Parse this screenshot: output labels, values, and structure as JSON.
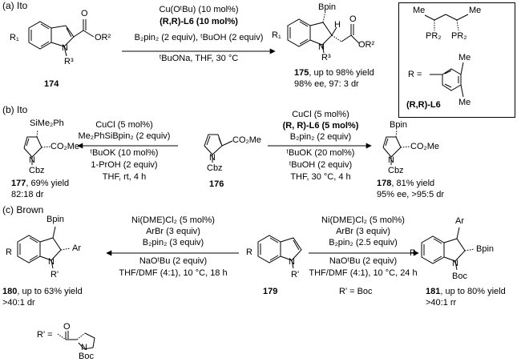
{
  "section_a": {
    "label": "(a) Ito",
    "cond_1": "Cu(OᵗBu) (10 mol%)",
    "cond_2": "(R,R)-L6 (10 mol%)",
    "cond_3": "B₂pin₂ (2 equiv), ᵗBuOH (2 equiv)",
    "cond_4": "ᵗBuONa, THF, 30 °C",
    "sm_number": "174",
    "sm_r1": "R₁",
    "sm_n": "N",
    "sm_r3": "R³",
    "sm_o": "O",
    "sm_or2": "OR²",
    "prod_number": "175",
    "prod_yield": ", up to 98% yield",
    "prod_detail": "98% ee, 97: 3 dr",
    "prod_bpin": "Bpin",
    "prod_h": "H",
    "prod_r1": "R₁",
    "prod_n": "N",
    "prod_r3": "R³",
    "prod_o": "O",
    "prod_or2": "OR²",
    "ligand_me1": "Me",
    "ligand_me2": "Me",
    "ligand_pr1": "PR₂",
    "ligand_pr2": "PR₂",
    "ligand_r_eq": "R =",
    "ligand_me3": "Me",
    "ligand_me4": "Me",
    "ligand_name": "(R,R)-L6"
  },
  "section_b": {
    "label": "(b) Ito",
    "left_cond_1": "CuCl (5 mol%)",
    "left_cond_2": "Me₂PhSiBpin₂ (2 equiv)",
    "left_cond_3": "ᵗBuOK (10 mol%)",
    "left_cond_4": "1-PrOH (2 equiv)",
    "left_cond_5": "THF, rt, 4 h",
    "right_cond_1": "CuCl (5 mol%)",
    "right_cond_2": "(R, R)-L6 (5 mol%)",
    "right_cond_3": "B₂pin₂ (2 equiv)",
    "right_cond_4": "ᵗBuOK (20 mol%)",
    "right_cond_5": "ᵗBuOH (2 equiv)",
    "right_cond_6": "THF, 30 °C, 4 h",
    "sm_number": "176",
    "sm_co2me": "CO₂Me",
    "sm_n": "N",
    "sm_cbz": "Cbz",
    "left_prod_number": "177",
    "left_prod_yield": ", 69% yield",
    "left_prod_detail": "82:18 dr",
    "left_prod_sime2ph": "SiMe₂Ph",
    "left_prod_co2me": "CO₂Me",
    "left_prod_n": "N",
    "left_prod_cbz": "Cbz",
    "right_prod_number": "178",
    "right_prod_yield": ", 81% yield",
    "right_prod_detail": "95% ee, >95:5 dr",
    "right_prod_bpin": "Bpin",
    "right_prod_co2me": "CO₂Me",
    "right_prod_n": "N",
    "right_prod_cbz": "Cbz"
  },
  "section_c": {
    "label": "(c) Brown",
    "left_cond_1": "Ni(DME)Cl₂ (5 mol%)",
    "left_cond_2": "ArBr (3 equiv)",
    "left_cond_3": "B₂pin₂ (3 equiv)",
    "left_cond_4": "NaOᵗBu (2 equiv)",
    "left_cond_5": "THF/DMF (4:1), 10 °C, 18 h",
    "right_cond_1": "Ni(DME)Cl₂ (5 mol%)",
    "right_cond_2": "ArBr (3 equiv)",
    "right_cond_3": "B₂pin₂ (2.5 equiv)",
    "right_cond_4": "NaOᵗBu (2 equiv)",
    "right_cond_5": "THF/DMF (4:1), 10 °C, 24 h",
    "sm_number": "179",
    "sm_r": "R",
    "sm_n": "N",
    "sm_rp": "R'",
    "r_prime_right": "R' = Boc",
    "r_prime_left_eq": "R' =",
    "r_prime_left_o": "O",
    "r_prime_left_n": "N",
    "r_prime_left_boc": "Boc",
    "left_prod_number": "180",
    "left_prod_yield": ", up to 63% yield",
    "left_prod_detail": ">40:1 dr",
    "left_prod_bpin": "Bpin",
    "left_prod_r": "R",
    "left_prod_ar": "Ar",
    "left_prod_n": "N",
    "left_prod_rp": "R'",
    "right_prod_number": "181",
    "right_prod_yield": ", up to 80% yield",
    "right_prod_detail": ">40:1 rr",
    "right_prod_ar": "Ar",
    "right_prod_r": "R",
    "right_prod_bpin": "Bpin",
    "right_prod_n": "N",
    "right_prod_boc": "Boc"
  }
}
